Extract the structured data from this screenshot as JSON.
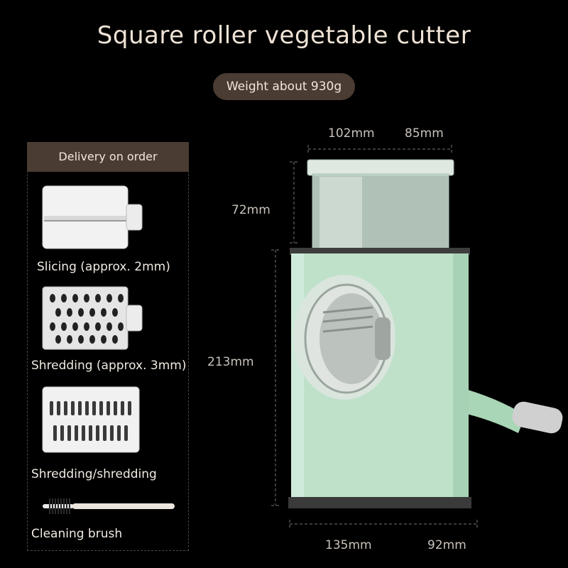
{
  "header": {
    "title": "Square roller vegetable cutter",
    "weight_badge": "Weight about 930g"
  },
  "accessories": {
    "panel_title": "Delivery on order",
    "items": [
      {
        "label": "Slicing (approx. 2mm)",
        "icon": "slicing-drum-icon"
      },
      {
        "label": "Shredding (approx. 3mm)",
        "icon": "shredding-drum-icon"
      },
      {
        "label": "Shredding/shredding",
        "icon": "coarse-shredding-drum-icon"
      },
      {
        "label": "Cleaning brush",
        "icon": "cleaning-brush-icon"
      }
    ]
  },
  "dimensions": {
    "top_width": "102mm",
    "top_depth": "85mm",
    "hopper_height": "72mm",
    "body_height": "213mm",
    "base_width": "135mm",
    "base_depth": "92mm"
  },
  "colors": {
    "background": "#000000",
    "badge": "#4a3b33",
    "body": "#bfe1c9",
    "text": "#efe3d6"
  }
}
